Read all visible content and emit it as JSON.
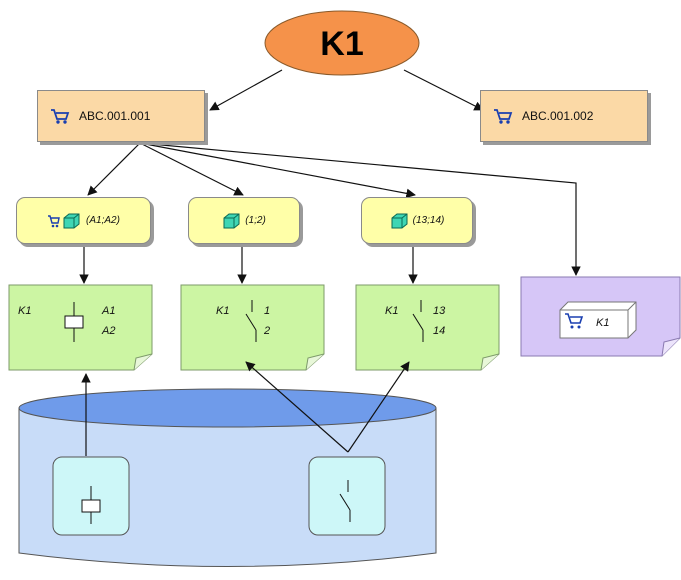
{
  "root": {
    "label": "K1"
  },
  "parts": [
    {
      "label": "ABC.001.001",
      "icon": "cart-icon"
    },
    {
      "label": "ABC.001.002",
      "icon": "cart-icon"
    }
  ],
  "pin_groups": [
    {
      "label": "(A1;A2)",
      "icon": "cart-cube-icon"
    },
    {
      "label": "(1;2)",
      "icon": "cube-icon"
    },
    {
      "label": "(13;14)",
      "icon": "cube-icon"
    }
  ],
  "symbols": [
    {
      "tag": "K1",
      "pins": [
        "A1",
        "A2"
      ],
      "kind": "coil"
    },
    {
      "tag": "K1",
      "pins": [
        "1",
        "2"
      ],
      "kind": "contact"
    },
    {
      "tag": "K1",
      "pins": [
        "13",
        "14"
      ],
      "kind": "contact"
    }
  ],
  "component": {
    "tag": "K1",
    "icon": "cart-component-icon"
  },
  "colors": {
    "root_fill": "#f5924a",
    "part_fill": "#fbd9a6",
    "pin_fill": "#ffffa8",
    "symbol_fill": "#ccf5a3",
    "component_fill": "#d6c6f7",
    "library_fill": "#c8dcf8",
    "library_top": "#6f9bea",
    "tile_fill": "#cdf7f8"
  }
}
